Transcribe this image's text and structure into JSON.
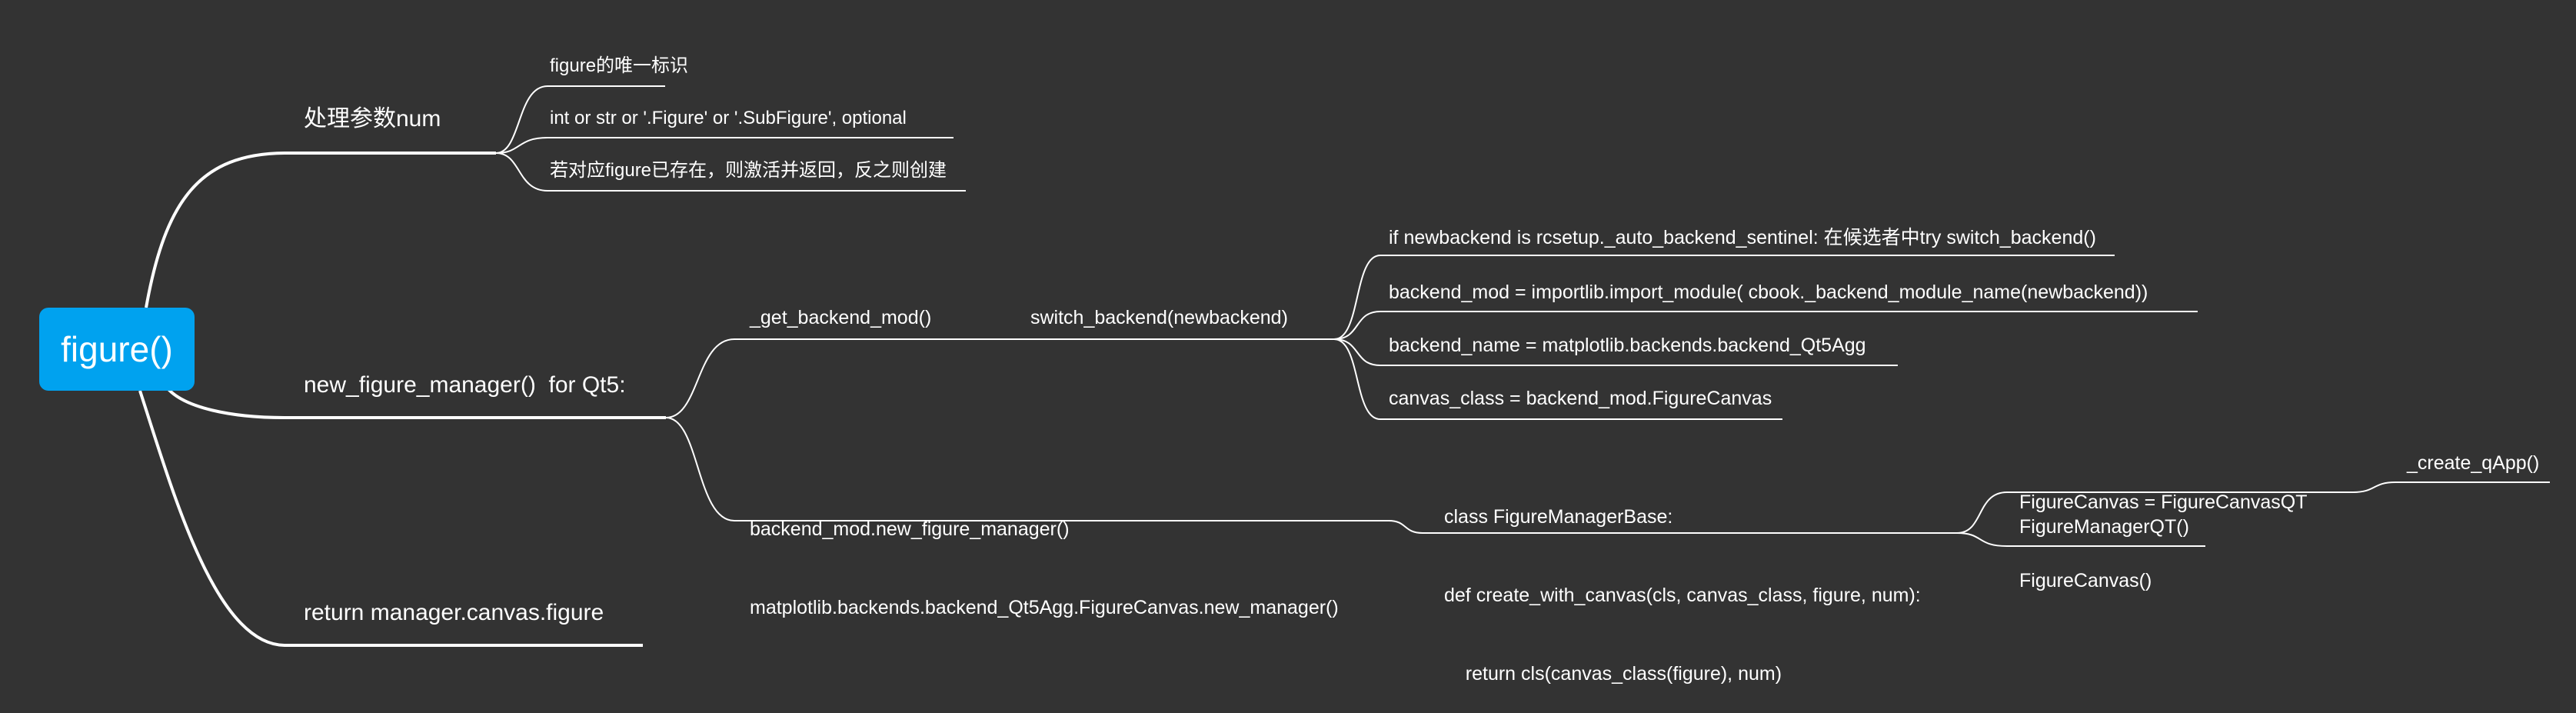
{
  "root": {
    "label": "figure()"
  },
  "branches": {
    "process_num": {
      "label": "处理参数num",
      "children": [
        "figure的唯一标识",
        "int or str or '.Figure' or '.SubFigure', optional",
        "若对应figure已存在，则激活并返回，反之则创建"
      ]
    },
    "new_figure_manager": {
      "label": "new_figure_manager()  for Qt5:",
      "get_backend_mod": "_get_backend_mod()",
      "switch_backend": "switch_backend(newbackend)",
      "switch_children": [
        "if newbackend is rcsetup._auto_backend_sentinel: 在候选者中try switch_backend()",
        "backend_mod = importlib.import_module( cbook._backend_module_name(newbackend))",
        "backend_name = matplotlib.backends.backend_Qt5Agg",
        "canvas_class = backend_mod.FigureCanvas"
      ],
      "backend_new_manager": [
        "backend_mod.new_figure_manager()",
        "matplotlib.backends.backend_Qt5Agg.FigureCanvas.new_manager()"
      ],
      "manager_base": [
        "class FigureManagerBase:",
        "def create_with_canvas(cls, canvas_class, figure, num):",
        "    return cls(canvas_class(figure), num)"
      ],
      "figure_canvas": [
        "FigureCanvas = FigureCanvasQT",
        "FigureCanvas()"
      ],
      "create_qapp": "_create_qApp()",
      "figure_manager_qt": "FigureManagerQT()"
    },
    "return_figure": {
      "label": "return manager.canvas.figure"
    }
  }
}
